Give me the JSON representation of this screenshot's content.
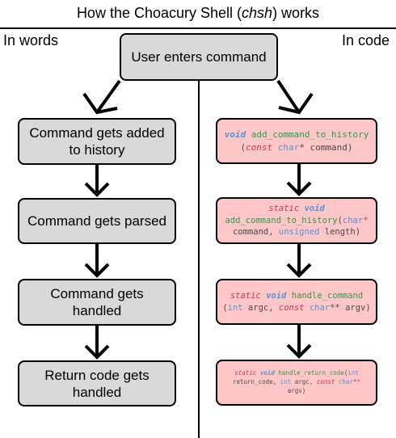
{
  "header": {
    "title_prefix": "How the Choacury Shell (",
    "title_em": "chsh",
    "title_suffix": ") works",
    "left_label": "In words",
    "right_label": "In code"
  },
  "top_box": {
    "label": "User enters command"
  },
  "words": [
    {
      "label": "Command gets added to history"
    },
    {
      "label": "Command gets parsed"
    },
    {
      "label": "Command gets handled"
    },
    {
      "label": "Return code gets handled"
    }
  ],
  "code": {
    "box1": {
      "kw1": "void",
      "name": "add_command_to_history",
      "p1": "(",
      "kw2": "const",
      "ty": "char",
      "rest": "* command)"
    },
    "box2": {
      "kw1": "static",
      "kw2": "void",
      "name": "add_command_to_history",
      "p1": "(",
      "ty1": "char",
      "p2": "*",
      "p3": "command, ",
      "ty2": "unsigned",
      "p4": " length)"
    },
    "box3": {
      "kw1": "static",
      "kw2": "void",
      "name": "handle_command",
      "p1": "(",
      "ty1": "int",
      "p2": " argc, ",
      "kw3": "const",
      "ty2": "char",
      "p3": "** argv)"
    },
    "box4": {
      "kw1": "static",
      "kw2": "void",
      "name": "handle_return_code",
      "p1": "(",
      "ty1": "int",
      "p2": "return_code, ",
      "ty2": "int",
      "p3": " argc, ",
      "kw3": "const",
      "ty3": "char",
      "p4": "**",
      "p5": "argv)"
    }
  },
  "colors": {
    "gray_box": "#d9d9d9",
    "code_box": "#ffc7c7",
    "keyword": "#d0344f",
    "type": "#5b8fd6",
    "function": "#2e9a4a"
  }
}
